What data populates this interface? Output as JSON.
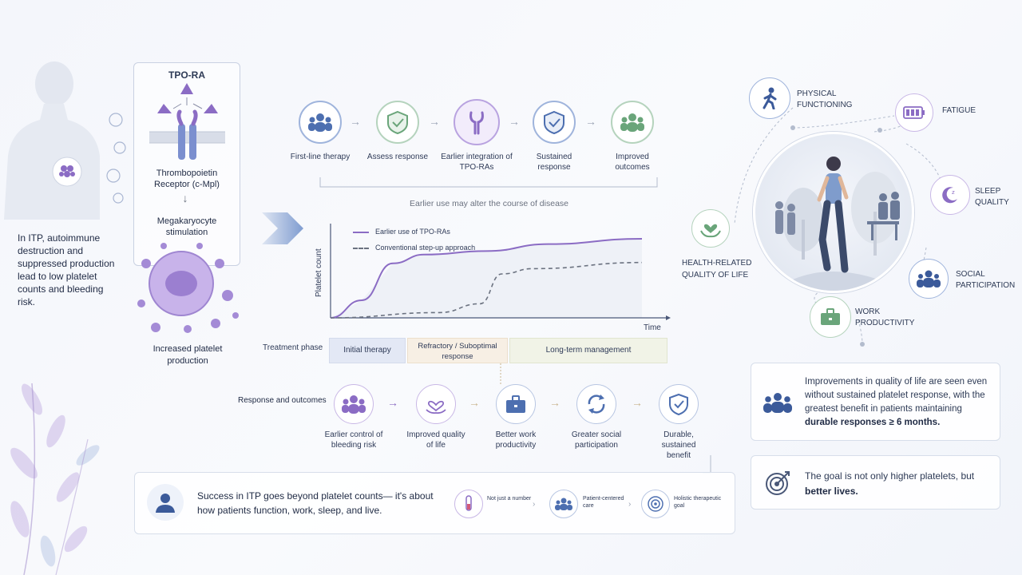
{
  "colors": {
    "purple": "#8b6cc4",
    "purple_light": "#d9cdf0",
    "blue": "#4d6fb0",
    "green": "#6aa57a",
    "navy": "#2d3a55",
    "grey_line": "#6b7280"
  },
  "left": {
    "description": "In ITP, autoimmune destruction and suppressed production lead to low platelet counts and bleeding risk.",
    "tpo_title": "TPO-RA",
    "receptor_label": "Thrombopoietin Receptor (c-Mpl)",
    "stimulation_label": "Megakaryocyte stimulation",
    "production_label": "Increased platelet production"
  },
  "pathway": {
    "steps": [
      {
        "label": "First-line therapy",
        "icon": "people-icon"
      },
      {
        "label": "Assess response",
        "icon": "shield-check-icon"
      },
      {
        "label": "Earlier integration of TPO-RAs",
        "icon": "receptor-icon"
      },
      {
        "label": "Sustained response",
        "icon": "shield-check-icon"
      },
      {
        "label": "Improved outcomes",
        "icon": "group-icon"
      }
    ],
    "note": "Earlier use may alter the course of disease"
  },
  "chart_data": {
    "type": "line",
    "ylabel": "Platelet count",
    "xlabel": "Time",
    "series": [
      {
        "name": "Earlier use of TPO-RAs",
        "style": "solid",
        "color": "#8b6cc4",
        "points": [
          [
            0,
            0
          ],
          [
            0.1,
            0.2
          ],
          [
            0.2,
            0.62
          ],
          [
            0.3,
            0.72
          ],
          [
            0.5,
            0.76
          ],
          [
            0.7,
            0.84
          ],
          [
            1.0,
            0.9
          ]
        ]
      },
      {
        "name": "Conventional step-up approach",
        "style": "dashed",
        "color": "#6b7280",
        "points": [
          [
            0,
            0
          ],
          [
            0.35,
            0.06
          ],
          [
            0.48,
            0.16
          ],
          [
            0.55,
            0.5
          ],
          [
            0.65,
            0.56
          ],
          [
            1.0,
            0.63
          ]
        ]
      }
    ]
  },
  "phase": {
    "label": "Treatment phase",
    "segments": [
      "Initial therapy",
      "Refractory / Suboptimal response",
      "Long-term management"
    ]
  },
  "outcomes": {
    "label": "Response and outcomes",
    "items": [
      {
        "label": "Earlier control of bleeding risk",
        "icon": "people-icon"
      },
      {
        "label": "Improved quality of life",
        "icon": "heart-hand-icon"
      },
      {
        "label": "Better work productivity",
        "icon": "briefcase-icon"
      },
      {
        "label": "Greater social participation",
        "icon": "refresh-icon"
      },
      {
        "label": "Durable, sustained benefit",
        "icon": "shield-check-icon"
      }
    ]
  },
  "bottom": {
    "message": "Success in ITP goes beyond platelet counts— it's about how patients function, work, sleep, and live.",
    "mini": [
      {
        "label": "Not just a number",
        "icon": "test-tube-icon"
      },
      {
        "label": "Patient-centered care",
        "icon": "people-icon"
      },
      {
        "label": "Holistic therapeutic goal",
        "icon": "target-icon"
      }
    ]
  },
  "qol": {
    "domains": {
      "physical": "PHYSICAL FUNCTIONING",
      "fatigue": "FATIGUE",
      "sleep": "SLEEP QUALITY",
      "social": "SOCIAL PARTICIPATION",
      "work": "WORK PRODUCTIVITY",
      "hrqol": "HEALTH-RELATED QUALITY OF LIFE"
    }
  },
  "right_cards": {
    "card1_text": "Improvements in quality of life are seen even without sustained platelet response, with the greatest benefit in patients maintaining",
    "card1_bold": "durable responses ≥ 6 months.",
    "card2_text": "The goal is not only higher platelets, but",
    "card2_bold": "better lives."
  }
}
